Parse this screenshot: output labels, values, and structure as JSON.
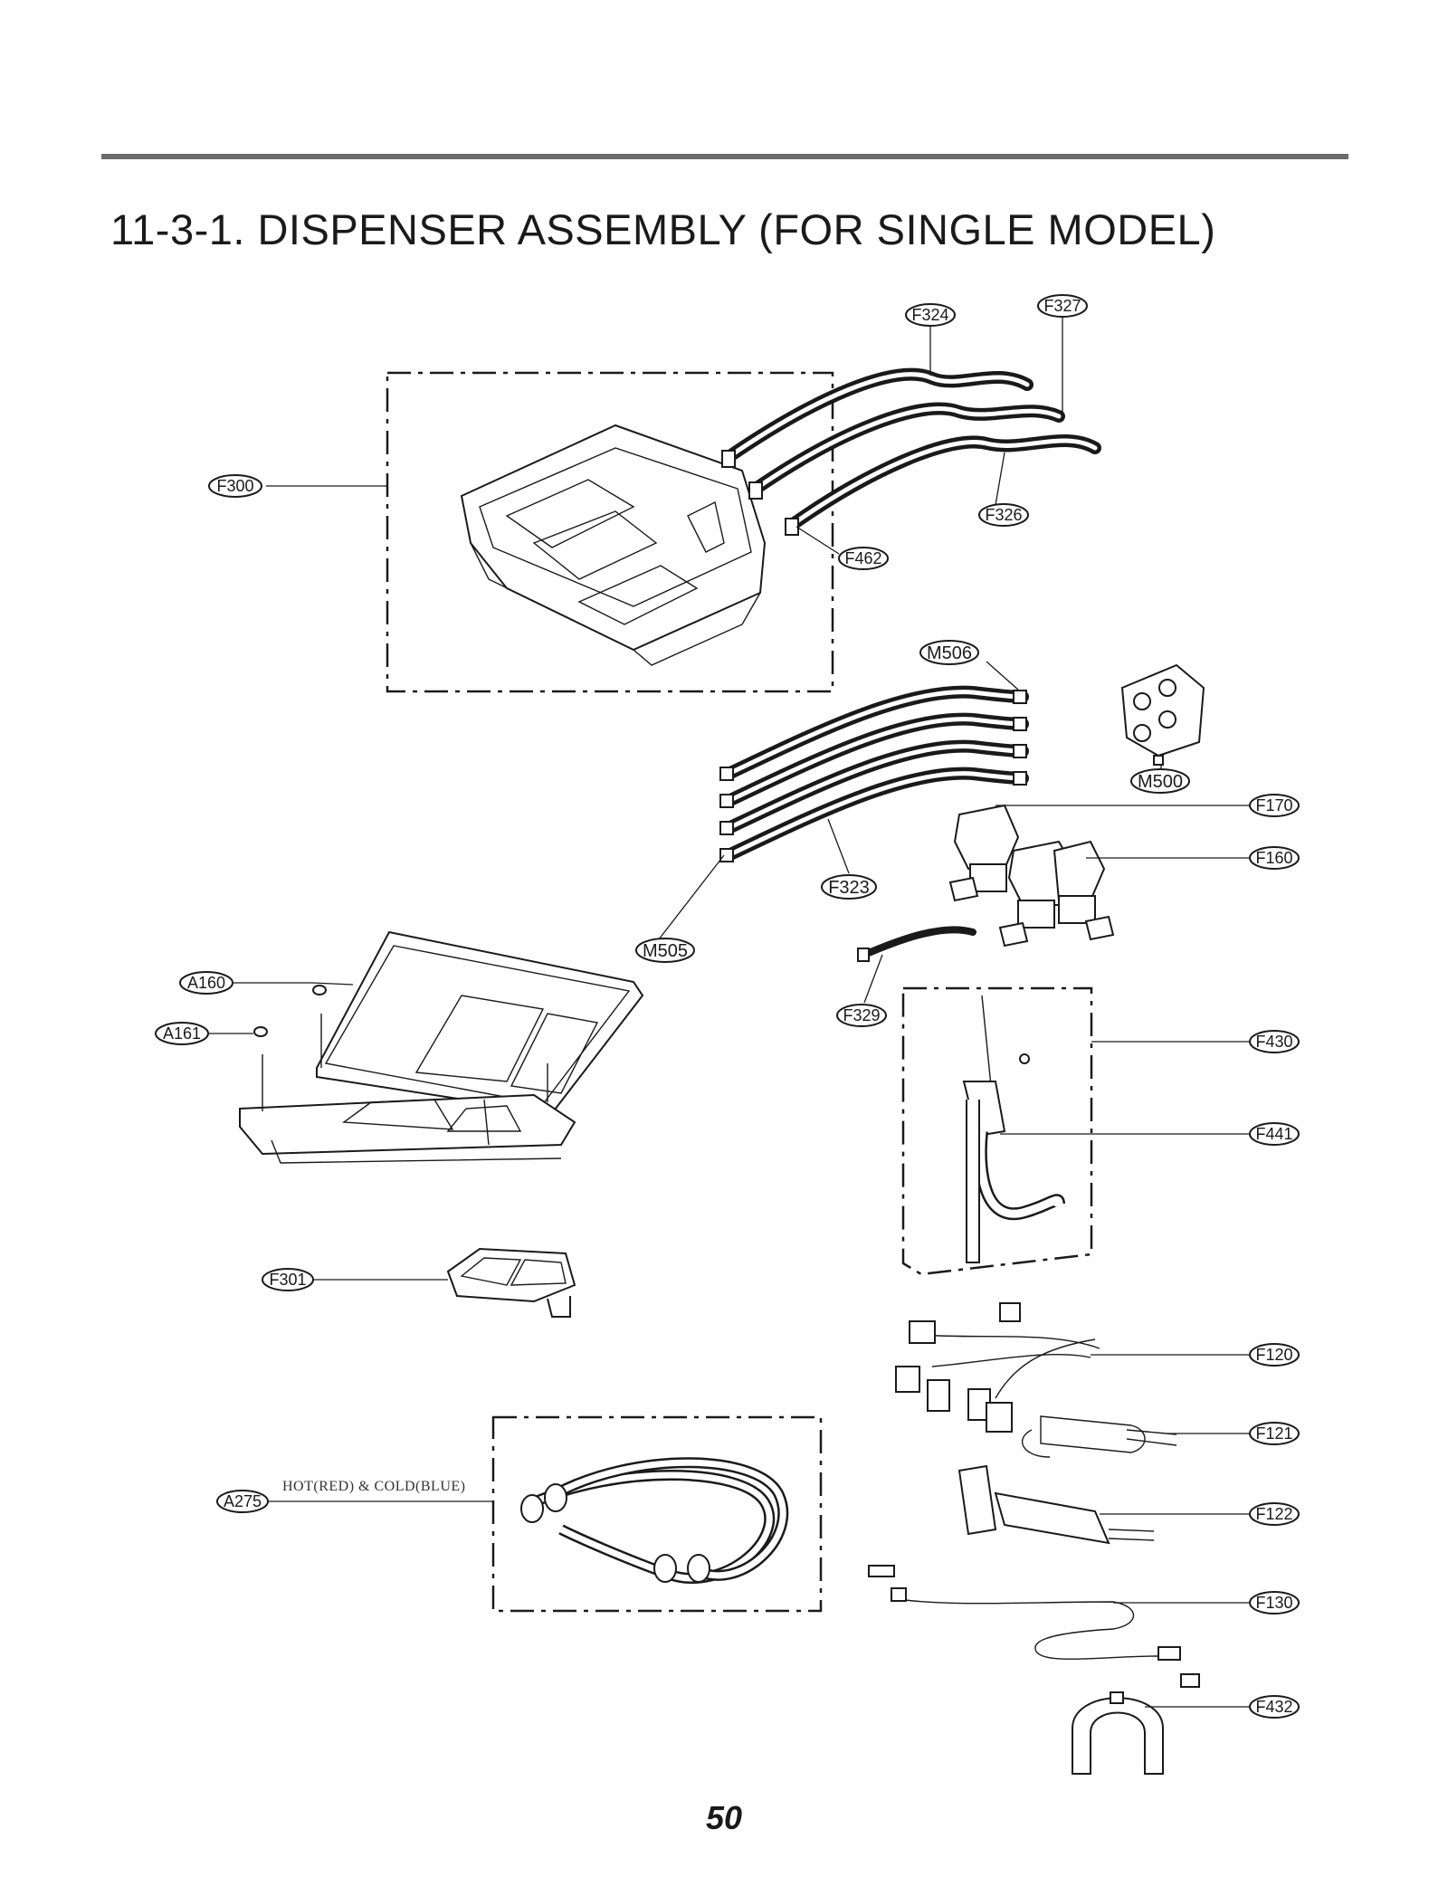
{
  "page": {
    "title": "11-3-1. DISPENSER ASSEMBLY (FOR SINGLE MODEL)",
    "page_number": "50"
  },
  "callouts": {
    "F324": "F324",
    "F327": "F327",
    "F300": "F300",
    "F326": "F326",
    "F462": "F462",
    "M506": "M506",
    "M500": "M500",
    "F170": "F170",
    "F160": "F160",
    "F323": "F323",
    "M505": "M505",
    "A160": "A160",
    "A161": "A161",
    "F329": "F329",
    "F430": "F430",
    "F441": "F441",
    "F301": "F301",
    "F120": "F120",
    "F121": "F121",
    "A275": "A275",
    "F122": "F122",
    "F130": "F130",
    "F432": "F432"
  },
  "notes": {
    "hose_color": "HOT(RED) & COLD(BLUE)"
  }
}
